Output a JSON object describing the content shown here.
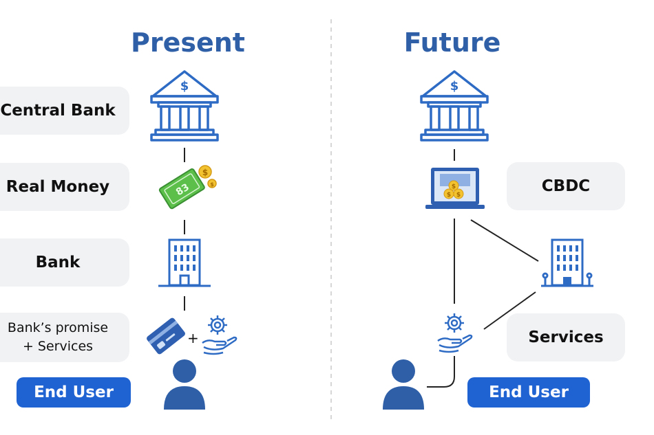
{
  "present": {
    "title": "Present",
    "labels": [
      "Central Bank",
      "Real Money",
      "Bank"
    ],
    "promise_line1": "Bank’s promise",
    "promise_line2": "+ Services",
    "plus": "+",
    "end_user": "End User",
    "icons": [
      "central-bank-icon",
      "banknote-coins-icon",
      "bank-building-icon",
      "card-icon",
      "gear-hand-icon",
      "user-icon"
    ]
  },
  "future": {
    "title": "Future",
    "cbdc": "CBDC",
    "services": "Services",
    "end_user": "End User",
    "icons": [
      "central-bank-icon",
      "laptop-coins-icon",
      "bank-building-icon",
      "gear-hand-icon",
      "user-icon"
    ]
  },
  "colors": {
    "title": "#2f5fa7",
    "icon_blue": "#2e6bc4",
    "button": "#1f63d3",
    "pill": "#f1f2f4",
    "money_green": "#5cbf4a",
    "coin_gold": "#f2c230"
  }
}
